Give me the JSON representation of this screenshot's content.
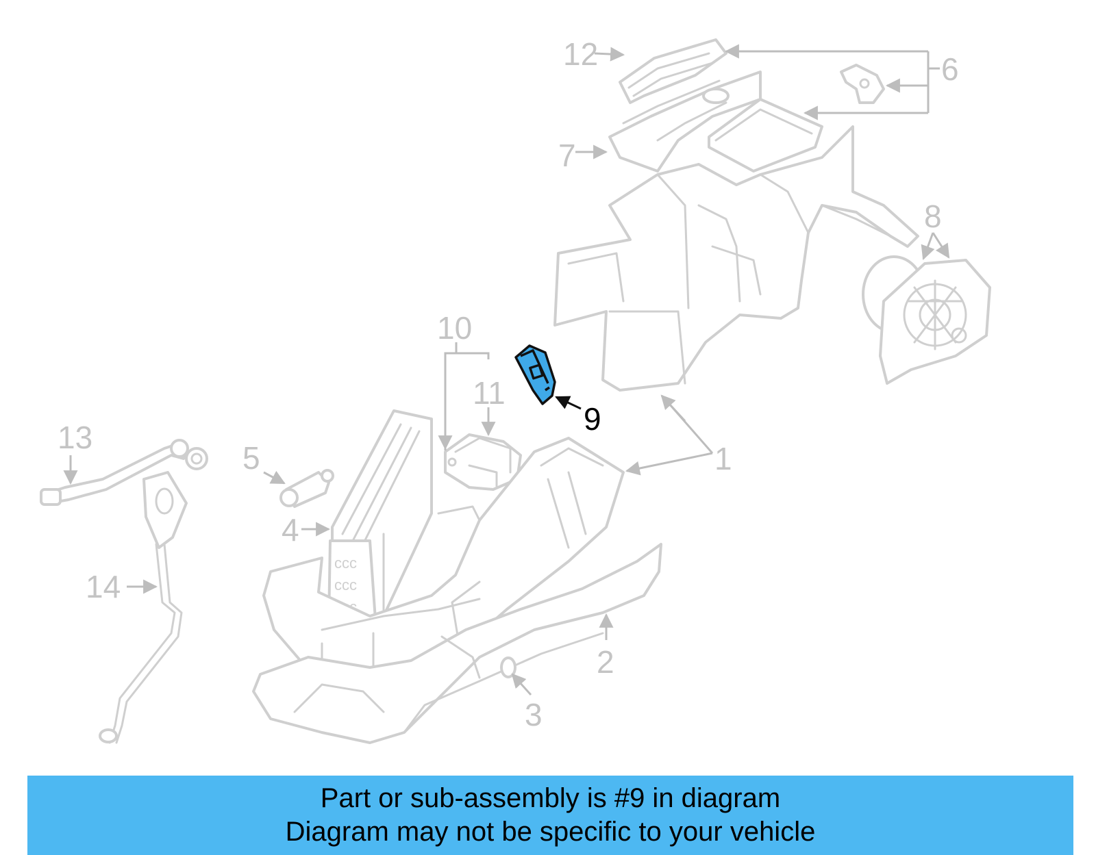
{
  "diagram": {
    "callouts": [
      {
        "id": "1",
        "label": "1"
      },
      {
        "id": "2",
        "label": "2"
      },
      {
        "id": "3",
        "label": "3"
      },
      {
        "id": "4",
        "label": "4"
      },
      {
        "id": "5",
        "label": "5"
      },
      {
        "id": "6",
        "label": "6"
      },
      {
        "id": "7",
        "label": "7"
      },
      {
        "id": "8",
        "label": "8"
      },
      {
        "id": "9",
        "label": "9"
      },
      {
        "id": "10",
        "label": "10"
      },
      {
        "id": "11",
        "label": "11"
      },
      {
        "id": "12",
        "label": "12"
      },
      {
        "id": "13",
        "label": "13"
      },
      {
        "id": "14",
        "label": "14"
      }
    ],
    "highlighted_part": "9",
    "colors": {
      "highlight_fill": "#3FA9E8",
      "part_outline": "#CFCFCF",
      "label_gray": "#C4C4C4",
      "banner_background": "#4DB8F2"
    }
  },
  "banner": {
    "line1": "Part or sub-assembly is #9 in diagram",
    "line2": "Diagram may not be specific to your vehicle"
  }
}
